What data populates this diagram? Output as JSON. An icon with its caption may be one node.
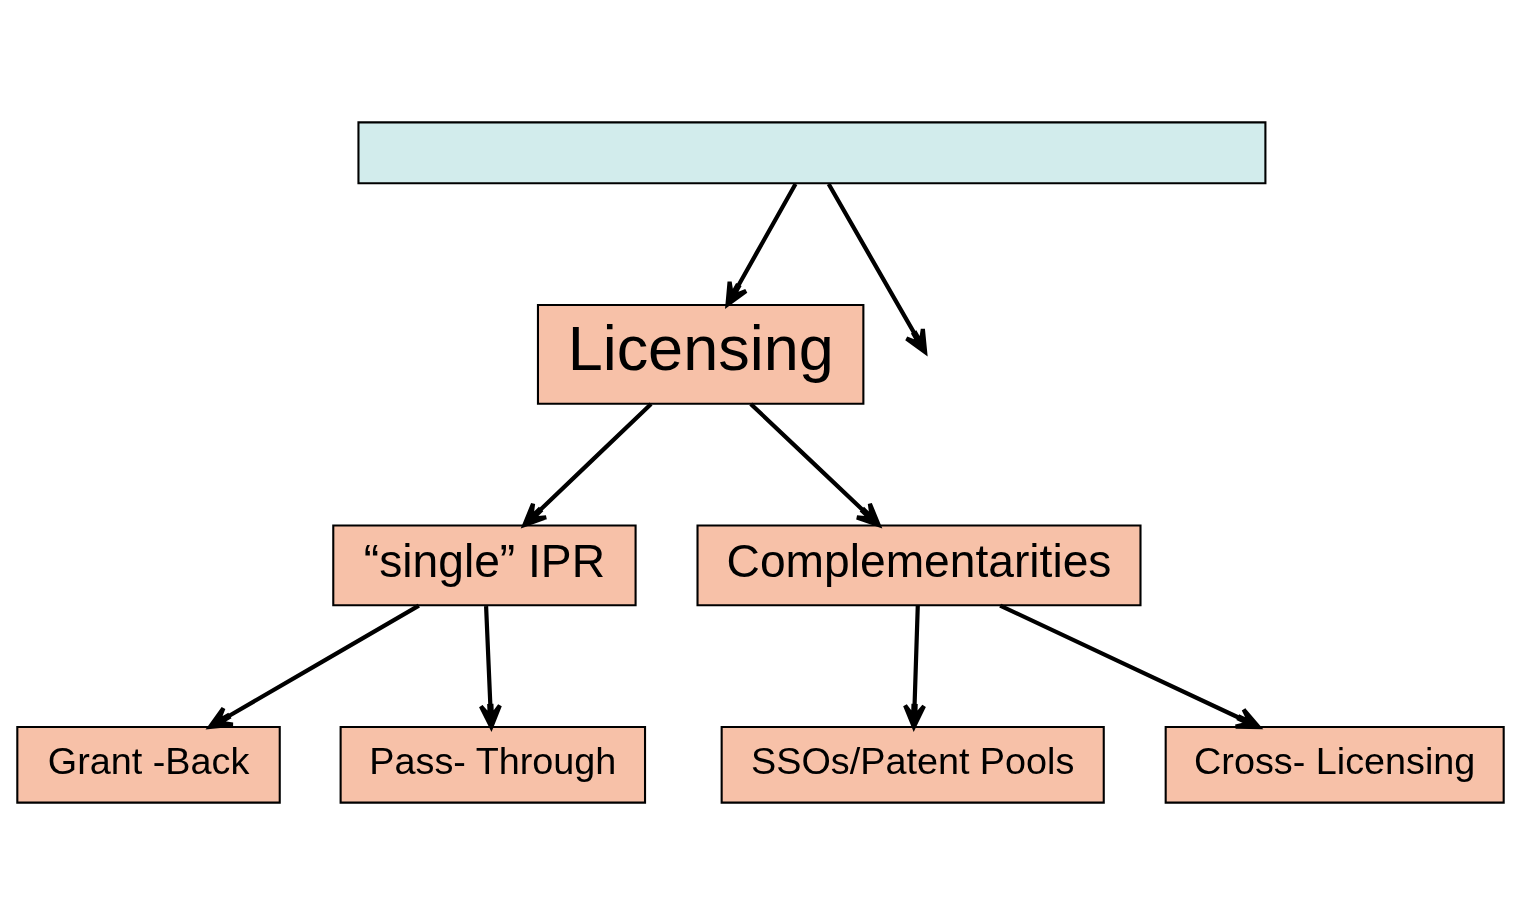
{
  "diagram": {
    "nodes": [
      {
        "text": [],
        "shape": "box"
      },
      {
        "text": [
          "Licensing"
        ]
      },
      {
        "text": [
          "“single” IPR"
        ]
      },
      {
        "text": [
          "Complementarities"
        ]
      },
      {
        "text": [
          "Grant -Back"
        ]
      },
      {
        "text": [
          "Pass- Through"
        ]
      },
      {
        "text": [
          "SSOs/Patent Pools"
        ]
      },
      {
        "text": [
          "Cross- Licensing"
        ]
      }
    ],
    "edges": [
      {
        "from": 0,
        "to": 1,
        "arrow": "to"
      },
      {
        "from": 0,
        "to": null,
        "arrow": "to"
      },
      {
        "from": 1,
        "to": 2,
        "arrow": "to"
      },
      {
        "from": 1,
        "to": 3,
        "arrow": "to"
      },
      {
        "from": 2,
        "to": 4,
        "arrow": "to"
      },
      {
        "from": 2,
        "to": 5,
        "arrow": "to"
      },
      {
        "from": 3,
        "to": 6,
        "arrow": "to"
      },
      {
        "from": 3,
        "to": 7,
        "arrow": "to"
      }
    ]
  }
}
